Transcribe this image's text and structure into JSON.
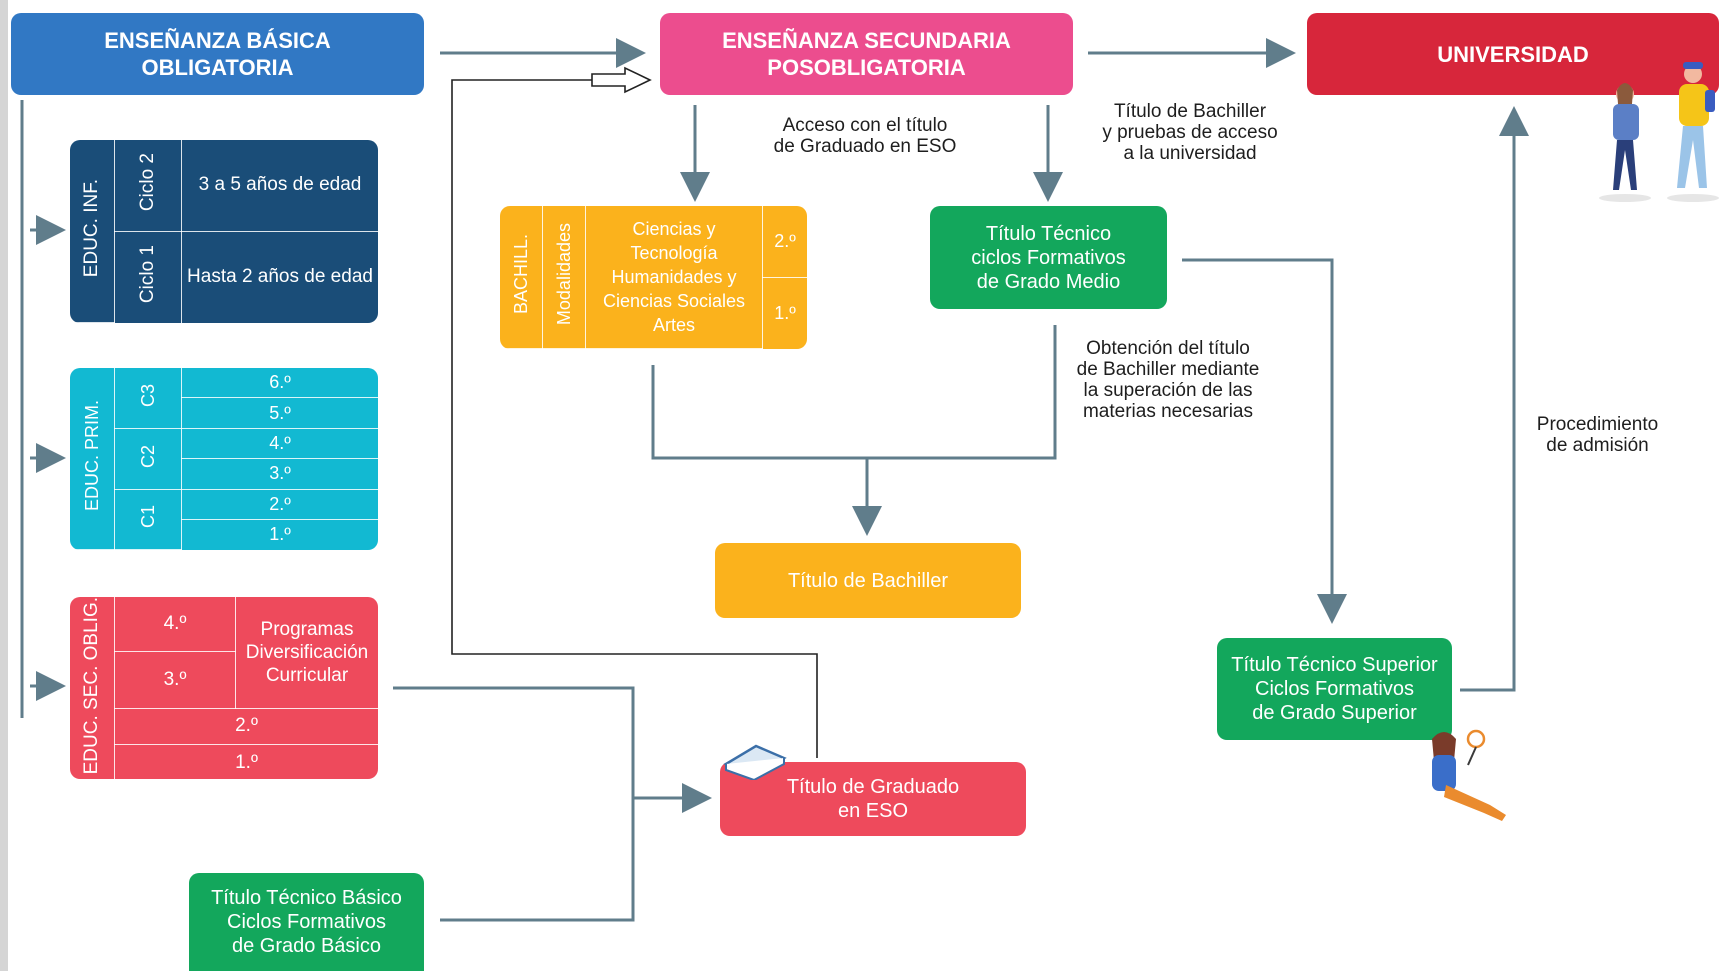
{
  "headers": {
    "basica": "ENSEÑANZA BÁSICA OBLIGATORIA",
    "secundaria": "ENSEÑANZA SECUNDARIA POSOBLIGATORIA",
    "universidad": "UNIVERSIDAD"
  },
  "infantil": {
    "label": "EDUC. INF.",
    "ciclo2": "Ciclo 2",
    "ciclo2_desc": "3 a 5 años de edad",
    "ciclo1": "Ciclo 1",
    "ciclo1_desc": "Hasta 2 años de edad"
  },
  "primaria": {
    "label": "EDUC. PRIM.",
    "cycles": [
      "C3",
      "C2",
      "C1"
    ],
    "grades": [
      "6.º",
      "5.º",
      "4.º",
      "3.º",
      "2.º",
      "1.º"
    ]
  },
  "secundaria_oblig": {
    "label": "EDUC. SEC. OBLIG.",
    "grades": [
      "4.º",
      "3.º",
      "2.º",
      "1.º"
    ],
    "programas": "Programas Diversificación Curricular"
  },
  "bachillerato": {
    "label": "BACHILL.",
    "modalidades": "Modalidades",
    "options": [
      "Ciencias y Tecnología",
      "Humanidades y Ciencias Sociales",
      "Artes"
    ],
    "grades": [
      "2.º",
      "1.º"
    ]
  },
  "boxes": {
    "tecnico_medio": [
      "Título Técnico",
      "ciclos Formativos",
      "de Grado Medio"
    ],
    "titulo_bachiller": "Título de Bachiller",
    "tecnico_superior": [
      "Título Técnico Superior",
      "Ciclos Formativos",
      "de Grado Superior"
    ],
    "graduado_eso": [
      "Título de Graduado",
      "en ESO"
    ],
    "tecnico_basico": [
      "Título Técnico Básico",
      "Ciclos Formativos",
      "de Grado Básico"
    ]
  },
  "notes": {
    "acceso_eso": [
      "Acceso con el título",
      "de Graduado en ESO"
    ],
    "bachiller_pruebas": [
      "Título de Bachiller",
      "y pruebas de acceso",
      "a la universidad"
    ],
    "obtencion": [
      "Obtención del título",
      "de Bachiller mediante",
      "la superación de las",
      "materias necesarias"
    ],
    "procedimiento": [
      "Procedimiento",
      "de admisión"
    ]
  },
  "colors": {
    "blue_header": "#3178c4",
    "pink_header": "#ec4d8e",
    "red_header": "#d7263b",
    "navy": "#1a4d78",
    "cyan": "#12b9d2",
    "coral": "#ee4a5c",
    "orange": "#fbb21c",
    "green": "#13a75c",
    "line": "#607d8b"
  }
}
